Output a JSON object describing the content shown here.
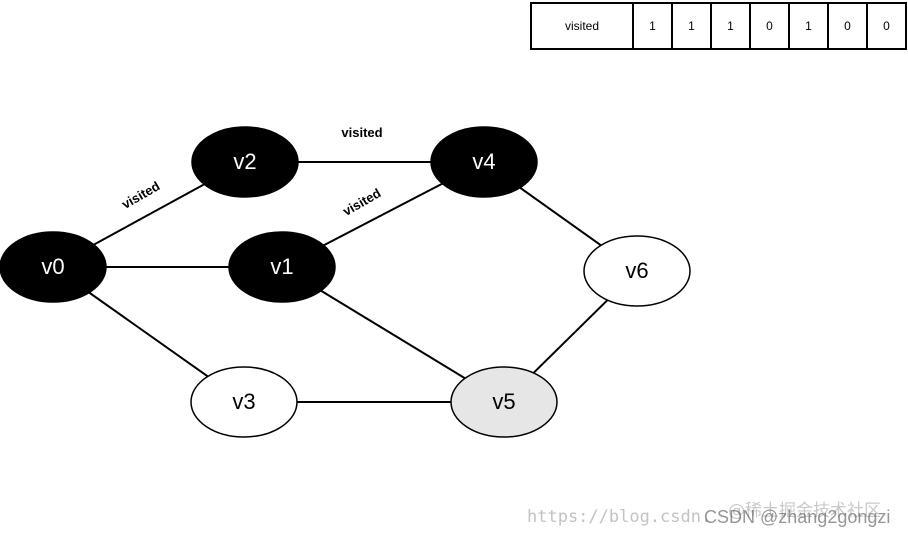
{
  "visited_table": {
    "header": "visited",
    "values": [
      "1",
      "1",
      "1",
      "0",
      "1",
      "0",
      "0"
    ]
  },
  "nodes": [
    {
      "id": "v0",
      "label": "v0",
      "state": "visited"
    },
    {
      "id": "v1",
      "label": "v1",
      "state": "visited"
    },
    {
      "id": "v2",
      "label": "v2",
      "state": "visited"
    },
    {
      "id": "v3",
      "label": "v3",
      "state": "unvisited"
    },
    {
      "id": "v4",
      "label": "v4",
      "state": "visited"
    },
    {
      "id": "v5",
      "label": "v5",
      "state": "current"
    },
    {
      "id": "v6",
      "label": "v6",
      "state": "unvisited"
    }
  ],
  "edges": [
    {
      "from": "v0",
      "to": "v2",
      "label": "visited"
    },
    {
      "from": "v2",
      "to": "v4",
      "label": "visited"
    },
    {
      "from": "v1",
      "to": "v4",
      "label": "visited"
    },
    {
      "from": "v0",
      "to": "v1",
      "label": ""
    },
    {
      "from": "v0",
      "to": "v3",
      "label": ""
    },
    {
      "from": "v1",
      "to": "v5",
      "label": ""
    },
    {
      "from": "v3",
      "to": "v5",
      "label": ""
    },
    {
      "from": "v4",
      "to": "v6",
      "label": ""
    },
    {
      "from": "v6",
      "to": "v5",
      "label": ""
    }
  ],
  "colors": {
    "visited_fill": "#000000",
    "visited_text": "#ffffff",
    "unvisited_fill": "#ffffff",
    "unvisited_text": "#000000",
    "current_fill": "#e6e6e6",
    "current_text": "#000000",
    "stroke": "#000000"
  },
  "watermark": {
    "url": "https://blog.csdn.",
    "csdn": "CSDN @zhang2gongzi",
    "juejin": "@稀土掘金技术社区"
  }
}
